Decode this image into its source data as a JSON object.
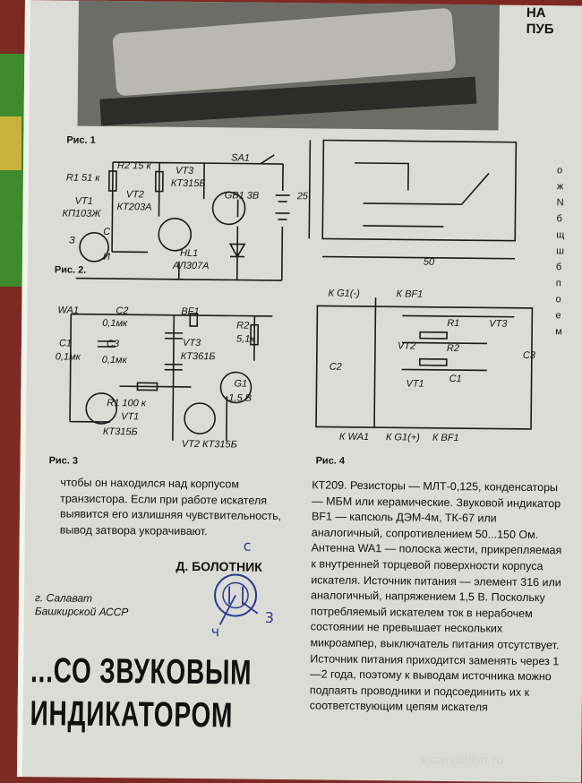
{
  "figures": {
    "fig1": "Рис. 1",
    "fig2": "Рис. 2.",
    "fig3": "Рис. 3",
    "fig4": "Рис. 4"
  },
  "fig2_labels": {
    "r1": "R1 51 к",
    "r2": "R2 15 к",
    "vt3": "VT3",
    "vt3_type": "КТ315Б",
    "sa1": "SA1",
    "vt2": "VT2",
    "vt2_type": "КТ203А",
    "vt1": "VT1",
    "vt1_type": "КП103Ж",
    "gb1": "GB1 3В",
    "hl1": "HL1",
    "hl1_type": "АЛ307А",
    "pin_z": "З",
    "pin_c": "С",
    "pin_i": "И"
  },
  "fig3_labels": {
    "wa1": "WA1",
    "c2": "C2",
    "c2_val": "0,1мк",
    "c3": "C3",
    "c3_val": "0,1мк",
    "c1": "C1",
    "c1_val": "0,1мк",
    "bf1": "BF1",
    "r2": "R2",
    "r2_val": "5,1к",
    "vt3": "VT3",
    "vt3_type": "КТ361Б",
    "g1": "G1",
    "g1_val": "1,5 В",
    "r1": "R1 100 к",
    "vt1": "VT1",
    "vt1_type": "КТ315Б",
    "vt2": "VT2 КТ315Б"
  },
  "fig4_labels": {
    "dim25": "25",
    "dim50": "50",
    "kg1m": "К G1(-)",
    "kbf1_top": "К BF1",
    "r1": "R1",
    "vt3": "VT3",
    "vt2": "VT2",
    "r2": "R2",
    "c2": "C2",
    "c3": "C3",
    "vt1": "VT1",
    "c1": "C1",
    "kwa1": "К WA1",
    "kg1p": "К G1(+)",
    "kbf1_bot": "К BF1"
  },
  "left_text": "чтобы он находился над корпусом транзистора. Если при работе искателя выявится его излишняя чувствительность, вывод затвора укорачивают.",
  "author": "Д. БОЛОТНИК",
  "city_line1": "г. Салават",
  "city_line2": "Башкирской АССР",
  "hand_labels": {
    "c": "с",
    "three": "3",
    "four": "ч"
  },
  "headline_line1": "...СО ЗВУКОВЫМ",
  "headline_line2": "ИНДИКАТОРОМ",
  "right_text": "КТ209. Резисторы — МЛТ-0,125, конденсаторы — МБМ или керамические. Звуковой индикатор BF1 — капсюль ДЭМ-4м, ТК-67 или аналогичный, сопротивлением 50...150 Ом. Антенна WA1 — полоска жести, прикрепляемая к внутренней торцевой поверхности корпуса искателя. Источник питания — элемент 316 или аналогичный, напряжением 1,5 В. Поскольку потребляемый искателем ток в нерабочем состоянии не превышает нескольких микроампер, выключатель питания отсутствует. Источник питания приходится заменять через 1—2 года, поэтому к выводам источника можно подпаять проводники и подсоединить их к соответствующим цепям искателя",
  "corner_text": "НА\nПУБ",
  "margin_chars": "о\nж\nN\nб\nщ\nш\nб\nп\nо\nе\nм",
  "watermark": "vsamdelkin.ru"
}
